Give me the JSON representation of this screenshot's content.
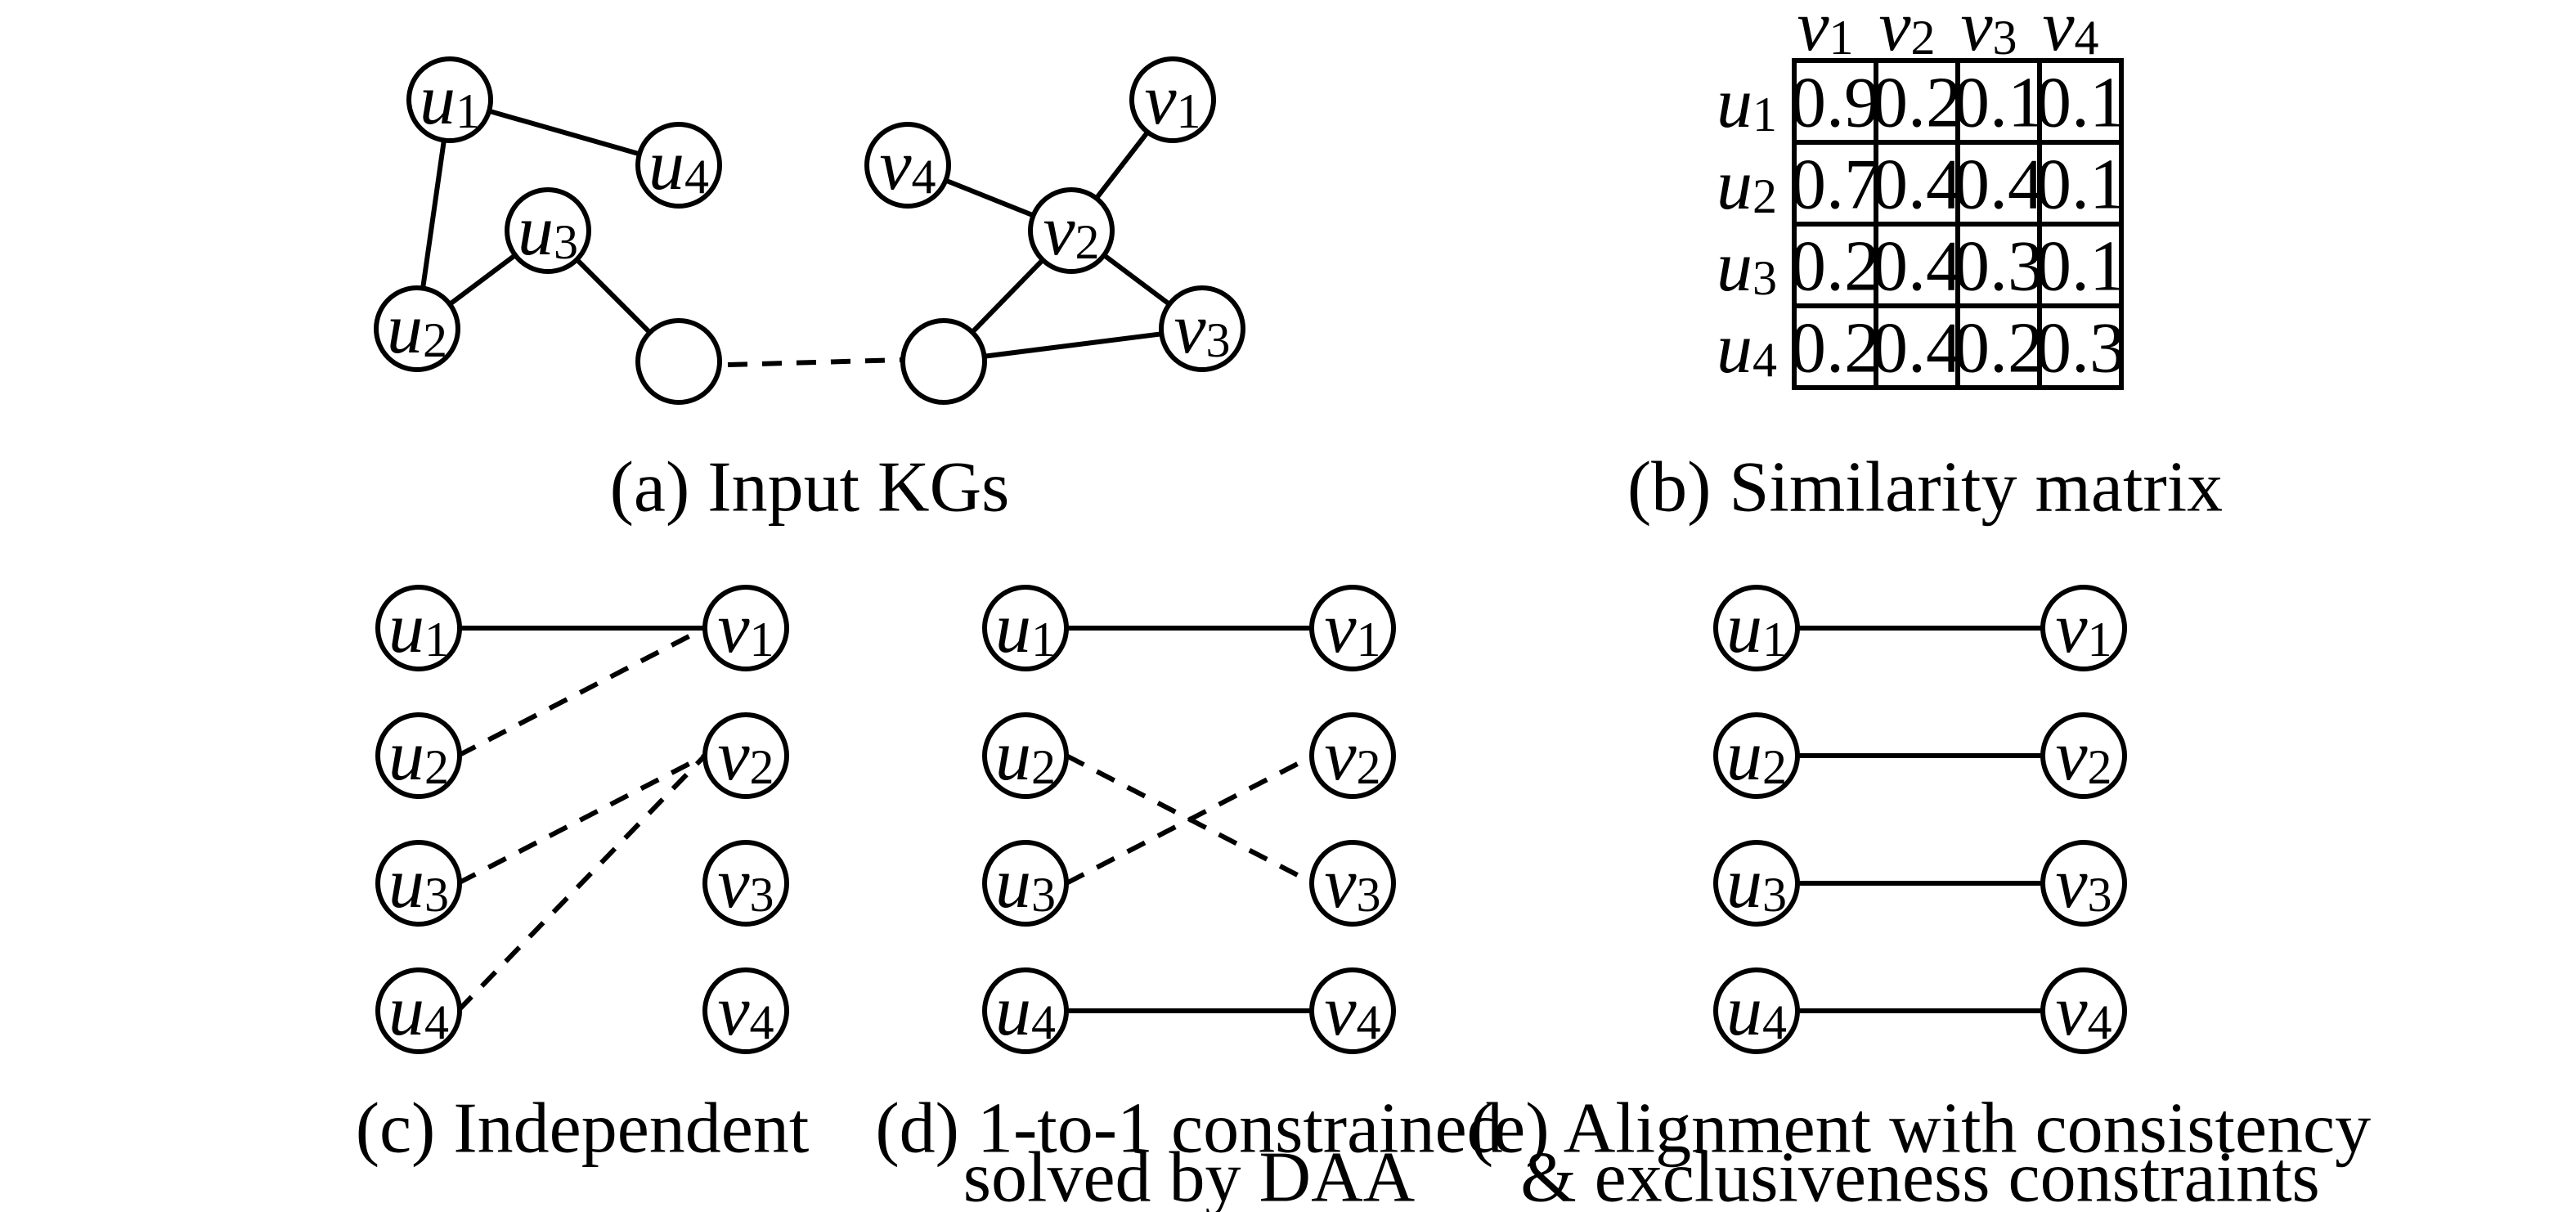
{
  "captions": {
    "a": "(a) Input KGs",
    "b": "(b) Similarity matrix",
    "c": "(c) Independent",
    "d_line1": "(d) 1-to-1 constrained",
    "d_line2": "solved by DAA",
    "e_line1": "(e) Alignment with consistency",
    "e_line2": "& exclusiveness constraints"
  },
  "node_letters": {
    "u": "u",
    "v": "v"
  },
  "node_indices": [
    "1",
    "2",
    "3",
    "4"
  ],
  "similarity_matrix": {
    "row_headers": [
      "u1",
      "u2",
      "u3",
      "u4"
    ],
    "col_headers": [
      "v1",
      "v2",
      "v3",
      "v4"
    ],
    "values": [
      [
        "0.9",
        "0.2",
        "0.1",
        "0.1"
      ],
      [
        "0.7",
        "0.4",
        "0.4",
        "0.1"
      ],
      [
        "0.2",
        "0.4",
        "0.3",
        "0.1"
      ],
      [
        "0.2",
        "0.4",
        "0.2",
        "0.3"
      ]
    ]
  }
}
